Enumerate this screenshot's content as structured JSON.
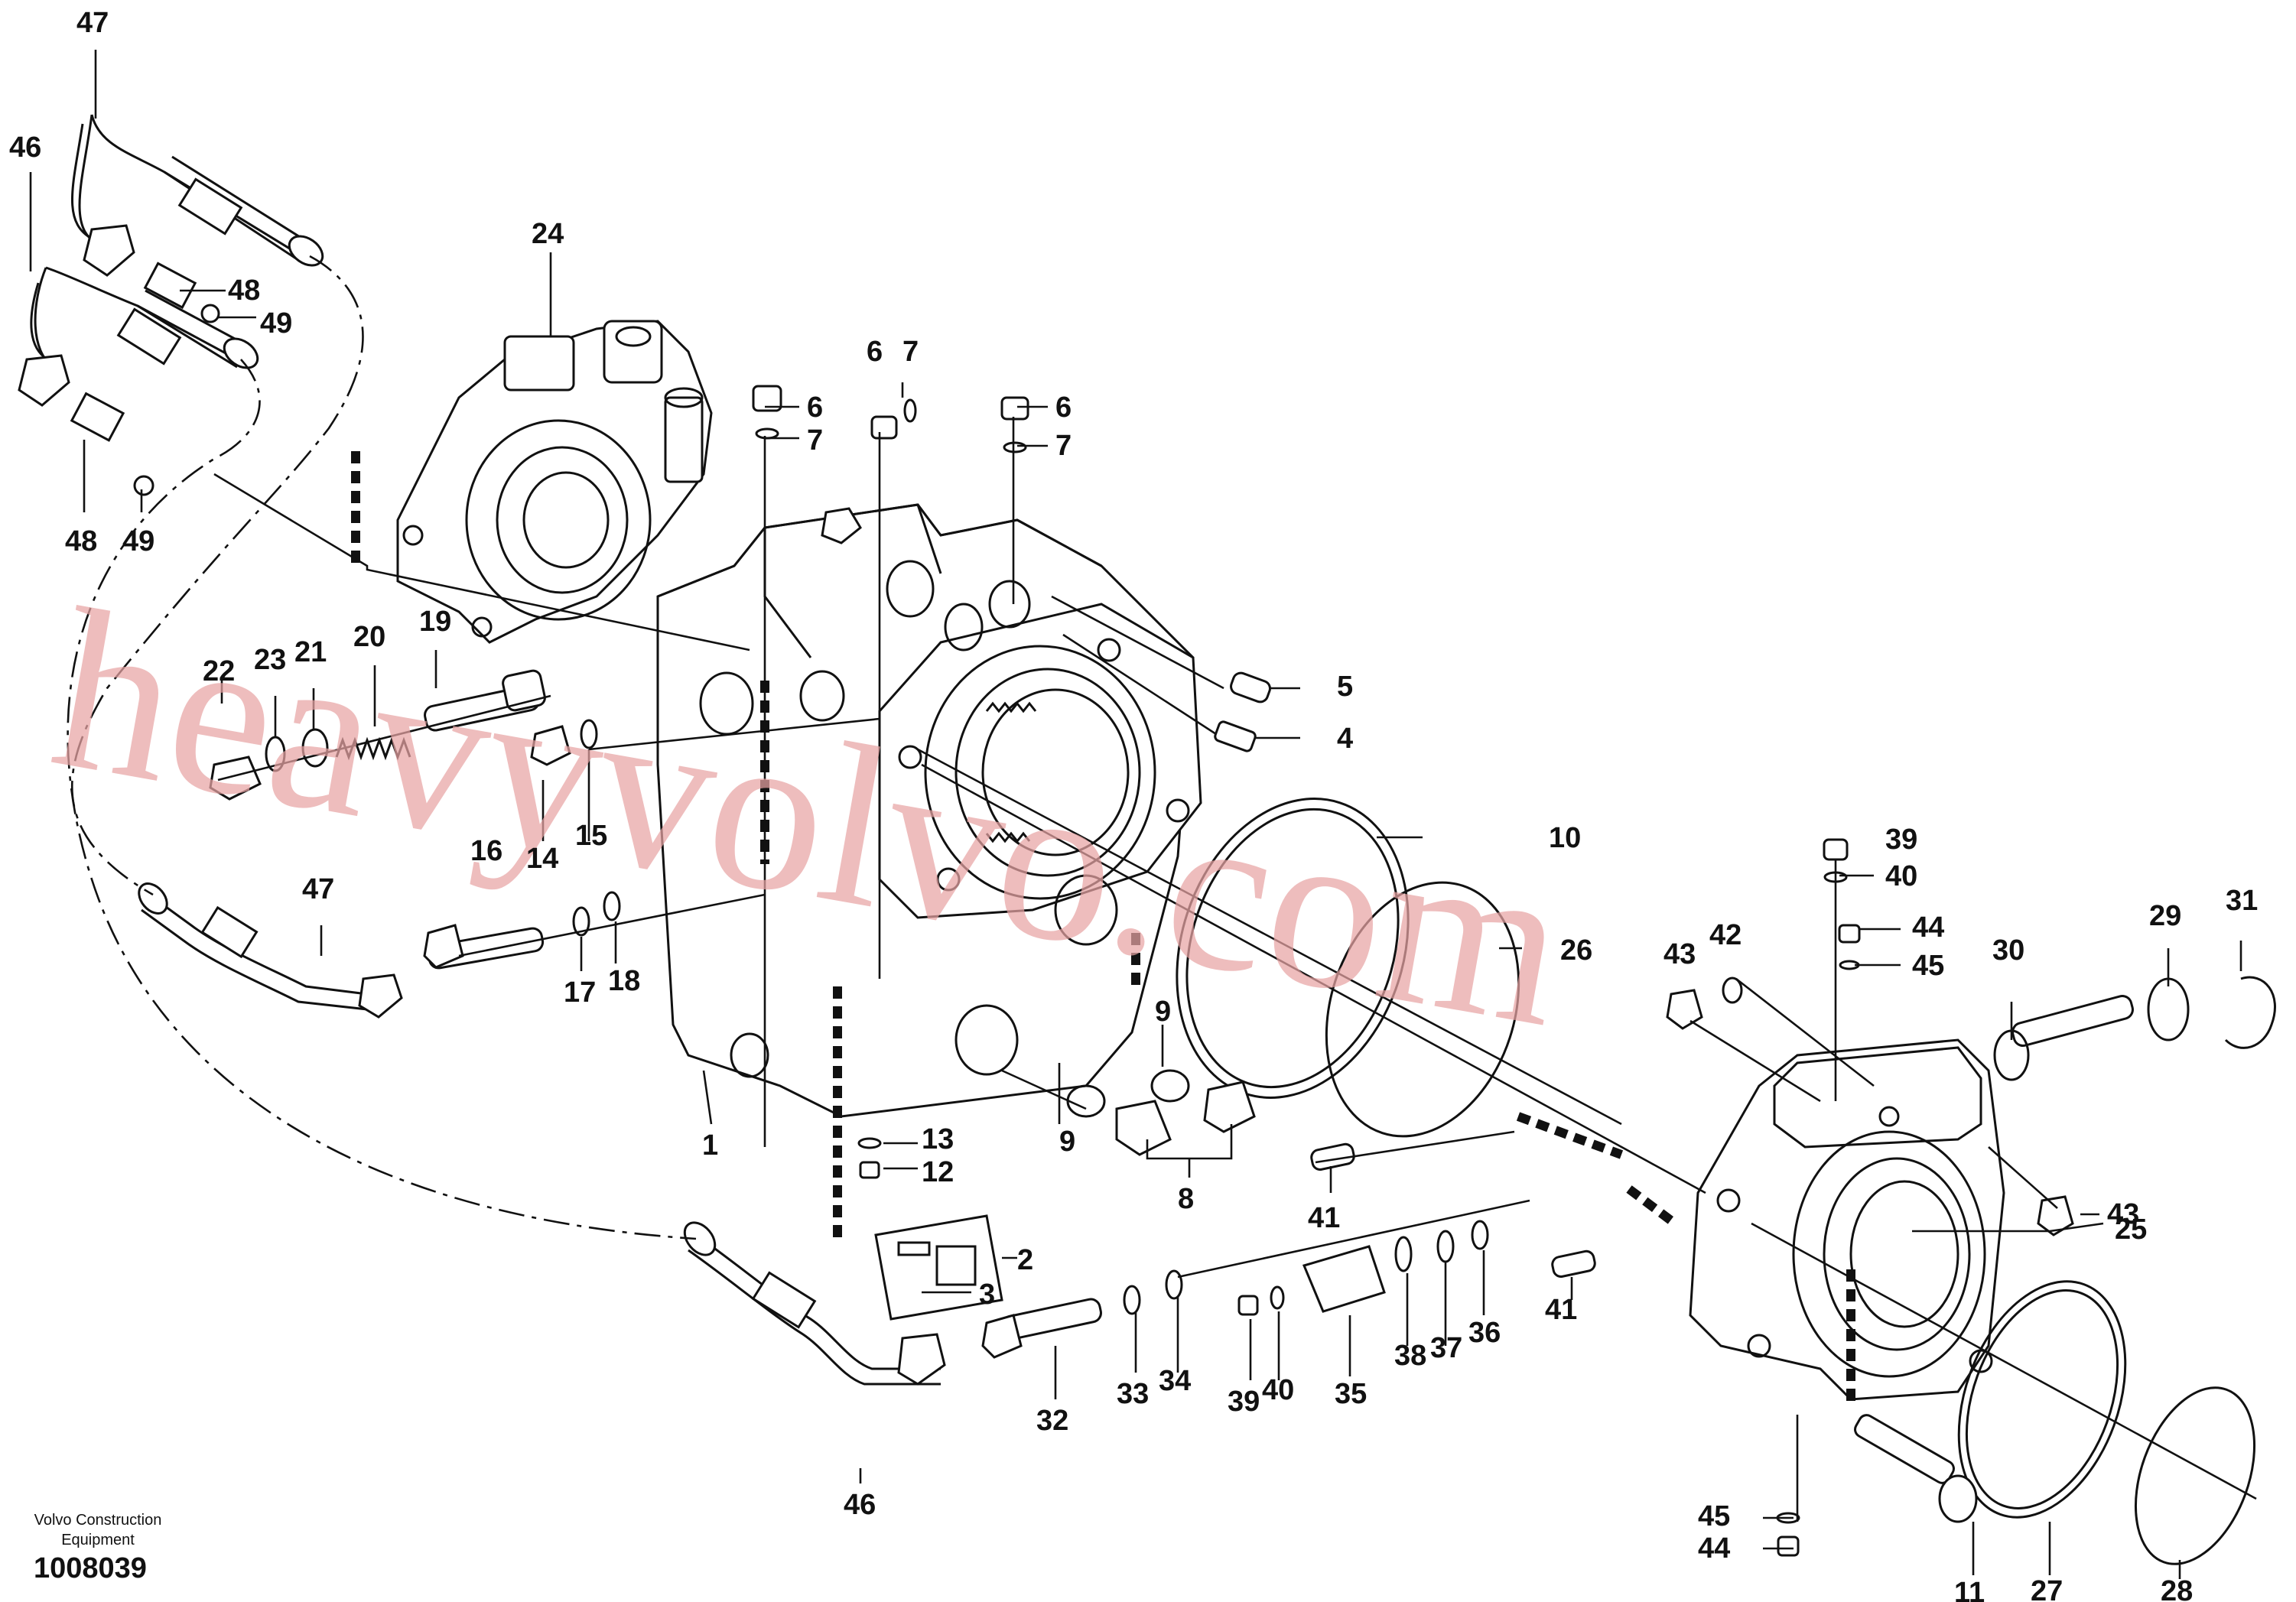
{
  "diagram_number": "1008039",
  "credit_line_1": "Volvo Construction",
  "credit_line_2": "Equipment",
  "watermark": "heavyvolvo.com",
  "callouts": {
    "c47a": "47",
    "c46a": "46",
    "c48a": "48",
    "c49a": "49",
    "c48b": "48",
    "c49b": "49",
    "c24": "24",
    "c6a": "6",
    "c7a": "7",
    "c6b": "6",
    "c7b": "7",
    "c6c": "6",
    "c7c": "7",
    "c22": "22",
    "c23": "23",
    "c21": "21",
    "c20": "20",
    "c19": "19",
    "c14": "14",
    "c15": "15",
    "c16": "16",
    "c47b": "47",
    "c17": "17",
    "c18": "18",
    "c5": "5",
    "c4": "4",
    "c10": "10",
    "c26": "26",
    "c9a": "9",
    "c9b": "9",
    "c8": "8",
    "c1": "1",
    "c13": "13",
    "c12": "12",
    "c2": "2",
    "c3": "3",
    "c41a": "41",
    "c41b": "41",
    "c39a": "39",
    "c40a": "40",
    "c44a": "44",
    "c45a": "45",
    "c43a": "43",
    "c42": "42",
    "c30": "30",
    "c29": "29",
    "c31": "31",
    "c43b": "43",
    "c25": "25",
    "c32": "32",
    "c33": "33",
    "c34": "34",
    "c39b": "39",
    "c40b": "40",
    "c35": "35",
    "c38": "38",
    "c37": "37",
    "c36": "36",
    "c46b": "46",
    "c45b": "45",
    "c44b": "44",
    "c11": "11",
    "c27": "27",
    "c28": "28"
  }
}
